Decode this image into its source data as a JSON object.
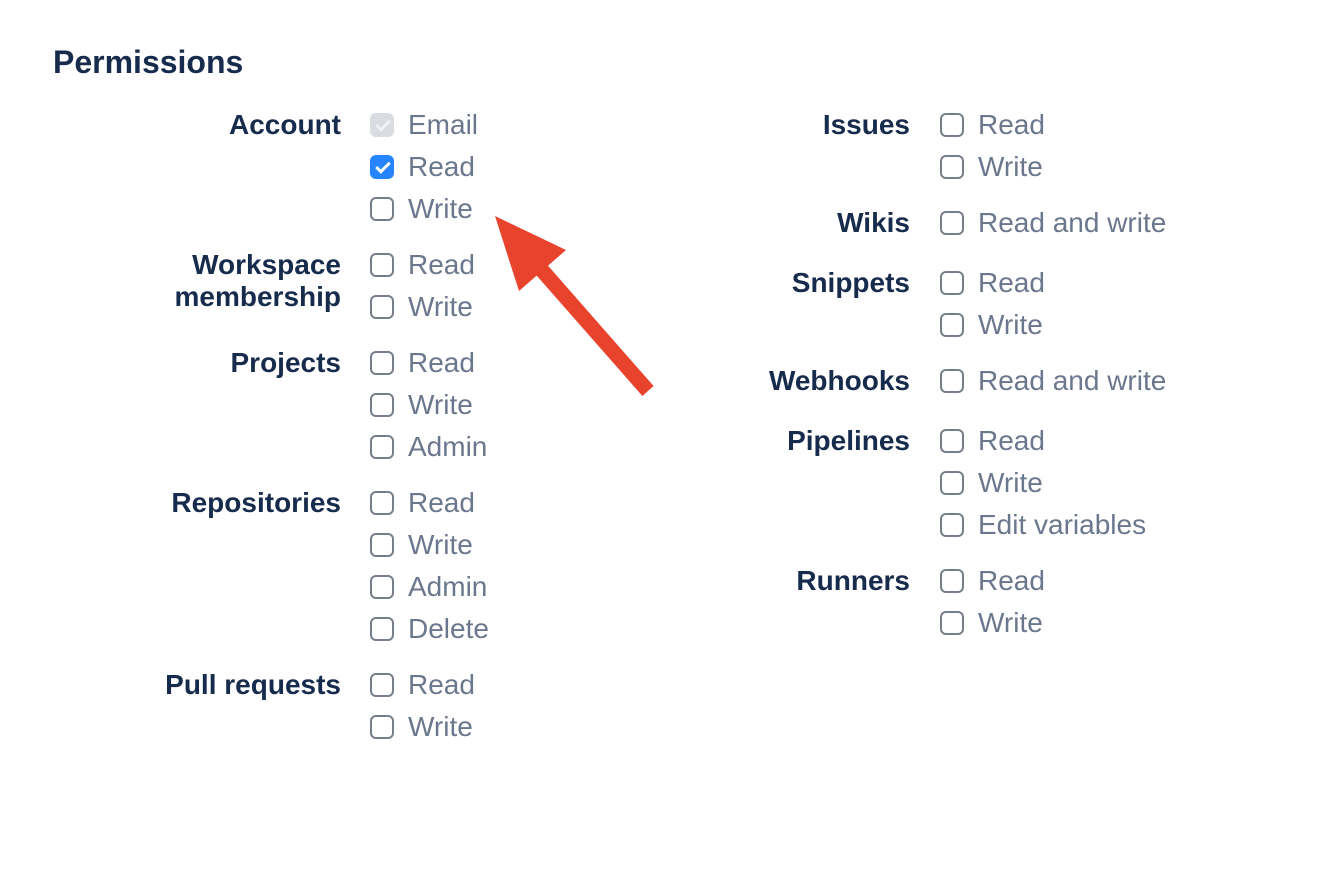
{
  "heading": "Permissions",
  "colors": {
    "heading_navy": "#172B4D",
    "option_label_gray": "#6B778C",
    "checkbox_border_gray": "#767E8C",
    "checked_blue": "#2684FF",
    "disabled_checkbox_bg": "#D9DCE1",
    "arrow_red": "#E8432C"
  },
  "columns": [
    {
      "groups": [
        {
          "label": "Account",
          "options": [
            {
              "label": "Email",
              "checked": true,
              "disabled": true
            },
            {
              "label": "Read",
              "checked": true,
              "disabled": false
            },
            {
              "label": "Write",
              "checked": false,
              "disabled": false
            }
          ]
        },
        {
          "label": "Workspace membership",
          "options": [
            {
              "label": "Read",
              "checked": false,
              "disabled": false
            },
            {
              "label": "Write",
              "checked": false,
              "disabled": false
            }
          ]
        },
        {
          "label": "Projects",
          "options": [
            {
              "label": "Read",
              "checked": false,
              "disabled": false
            },
            {
              "label": "Write",
              "checked": false,
              "disabled": false
            },
            {
              "label": "Admin",
              "checked": false,
              "disabled": false
            }
          ]
        },
        {
          "label": "Repositories",
          "options": [
            {
              "label": "Read",
              "checked": false,
              "disabled": false
            },
            {
              "label": "Write",
              "checked": false,
              "disabled": false
            },
            {
              "label": "Admin",
              "checked": false,
              "disabled": false
            },
            {
              "label": "Delete",
              "checked": false,
              "disabled": false
            }
          ]
        },
        {
          "label": "Pull requests",
          "options": [
            {
              "label": "Read",
              "checked": false,
              "disabled": false
            },
            {
              "label": "Write",
              "checked": false,
              "disabled": false
            }
          ]
        }
      ]
    },
    {
      "groups": [
        {
          "label": "Issues",
          "options": [
            {
              "label": "Read",
              "checked": false,
              "disabled": false
            },
            {
              "label": "Write",
              "checked": false,
              "disabled": false
            }
          ]
        },
        {
          "label": "Wikis",
          "options": [
            {
              "label": "Read and write",
              "checked": false,
              "disabled": false
            }
          ]
        },
        {
          "label": "Snippets",
          "options": [
            {
              "label": "Read",
              "checked": false,
              "disabled": false
            },
            {
              "label": "Write",
              "checked": false,
              "disabled": false
            }
          ]
        },
        {
          "label": "Webhooks",
          "options": [
            {
              "label": "Read and write",
              "checked": false,
              "disabled": false
            }
          ]
        },
        {
          "label": "Pipelines",
          "options": [
            {
              "label": "Read",
              "checked": false,
              "disabled": false
            },
            {
              "label": "Write",
              "checked": false,
              "disabled": false
            },
            {
              "label": "Edit variables",
              "checked": false,
              "disabled": false
            }
          ]
        },
        {
          "label": "Runners",
          "options": [
            {
              "label": "Read",
              "checked": false,
              "disabled": false
            },
            {
              "label": "Write",
              "checked": false,
              "disabled": false
            }
          ]
        }
      ]
    }
  ]
}
